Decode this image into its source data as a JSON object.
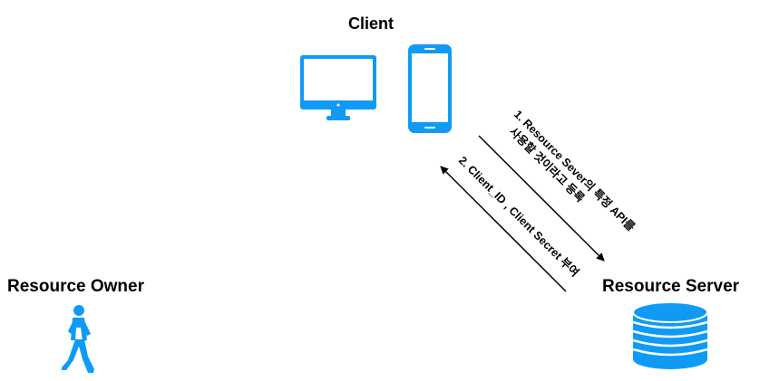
{
  "nodes": {
    "client": {
      "label": "Client"
    },
    "resource_owner": {
      "label": "Resource Owner"
    },
    "resource_server": {
      "label": "Resource Server"
    }
  },
  "icons": {
    "monitor": "desktop-monitor-icon",
    "phone": "smartphone-icon",
    "person": "walking-person-icon",
    "database": "database-icon"
  },
  "steps": [
    {
      "line1": "1. Resource Sever의 특정 API를",
      "line2": "사용할 것이라고 등록"
    },
    {
      "line1": "2. Client_ID , Client Secret 부여"
    }
  ],
  "colors": {
    "icon_blue": "#0f9bf5",
    "text": "#000000",
    "background": "#ffffff"
  }
}
